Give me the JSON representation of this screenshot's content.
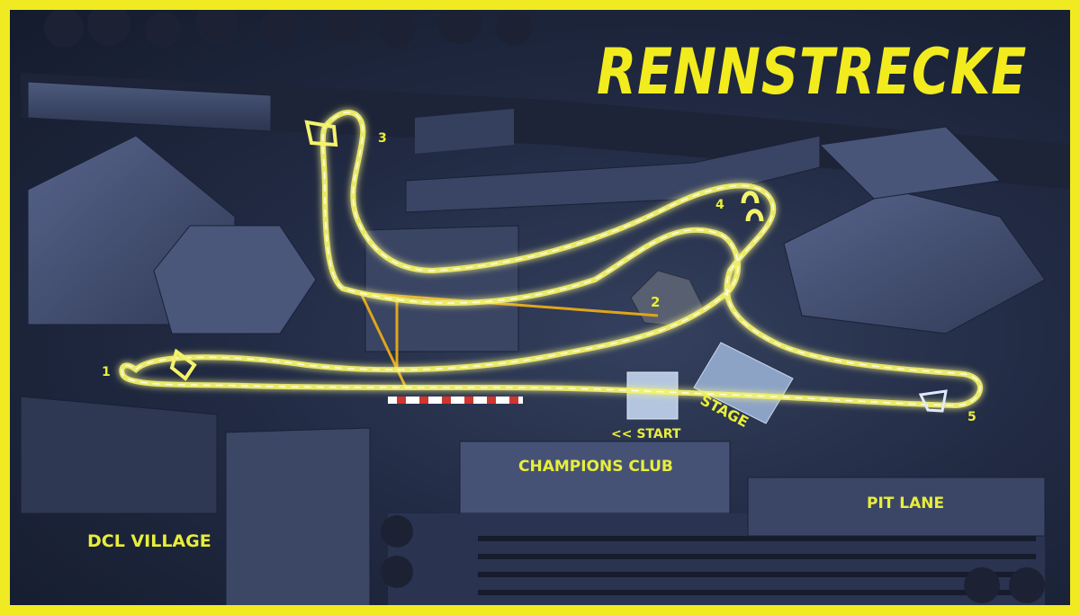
{
  "title": "RENNSTRECKE",
  "labels": {
    "champions_club": "CHAMPIONS CLUB",
    "pit_lane": "PIT LANE",
    "stage": "STAGE",
    "start": "<< START",
    "dcl_village": "DCL VILLAGE"
  },
  "corners": [
    "1",
    "2",
    "3",
    "4",
    "5"
  ],
  "colors": {
    "accent": "#f0ea22",
    "track": "#f4f36a",
    "background": "#222b44"
  }
}
